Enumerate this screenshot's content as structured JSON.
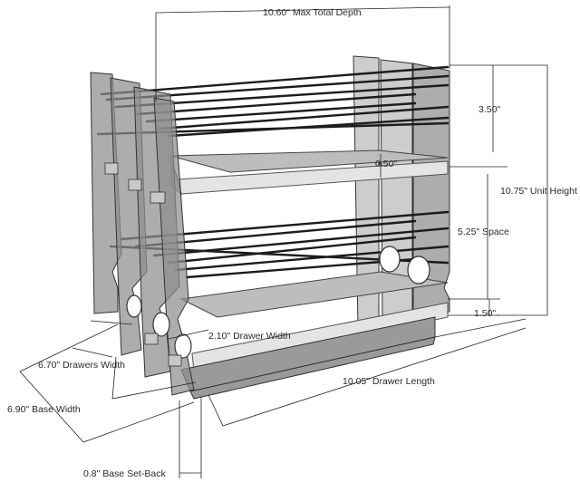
{
  "dimensions": {
    "max_total_depth": "10.60\" Max Total Depth",
    "top_space": "3.50\"",
    "shelf_thickness": "0.50\"",
    "unit_height": "10.75\" Unit Height",
    "middle_space": "5.25\" Space",
    "base_height": "1.50\"",
    "drawer_width": "2.10\" Drawer Width",
    "drawers_width": "6.70\" Drawers Width",
    "drawer_length": "10.05\" Drawer Length",
    "base_width": "6.90\" Base Width",
    "base_setback": "0.8\" Base Set-Back"
  },
  "colors": {
    "panel": "#8e8e8e",
    "shelf_top": "#bdbdbd",
    "shelf_front": "#e4e4e4",
    "rail": "#1c1c1c"
  }
}
